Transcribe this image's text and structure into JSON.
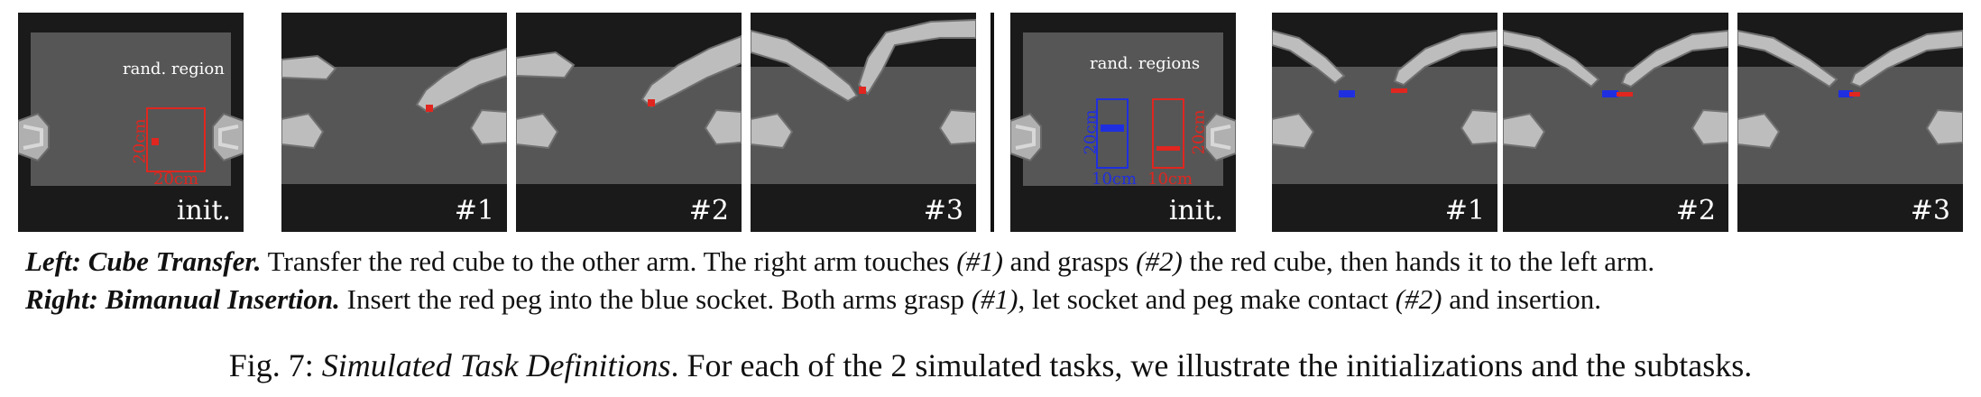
{
  "left_task": {
    "panels": [
      {
        "label": "init.",
        "annotation": "rand. region",
        "dim_v": "20cm",
        "dim_h": "20cm"
      },
      {
        "label": "#1"
      },
      {
        "label": "#2"
      },
      {
        "label": "#3"
      }
    ]
  },
  "right_task": {
    "panels": [
      {
        "label": "init.",
        "annotation": "rand. regions",
        "blue_dim_v": "20cm",
        "blue_dim_h": "10cm",
        "red_dim_v": "20cm",
        "red_dim_h": "10cm"
      },
      {
        "label": "#1"
      },
      {
        "label": "#2"
      },
      {
        "label": "#3"
      }
    ]
  },
  "caption": {
    "left_title": "Left: Cube Transfer.",
    "left_text_1": " Transfer the red cube to the other arm. The right arm touches ",
    "left_step1": "(#1)",
    "left_text_2": " and grasps ",
    "left_step2": "(#2)",
    "left_text_3": " the red cube, then hands it to the left arm.",
    "right_title": "Right: Bimanual Insertion.",
    "right_text_1": " Insert the red peg into the blue socket. Both arms grasp ",
    "right_step1": "(#1)",
    "right_text_2": ", let socket and peg make contact ",
    "right_step2": "(#2)",
    "right_text_3": " and insertion."
  },
  "figure_caption": {
    "number": "Fig. 7: ",
    "title": "Simulated Task Definitions",
    "text": ". For each of the 2 simulated tasks, we illustrate the initializations and the subtasks."
  },
  "colors": {
    "cube_red": "#e0261f",
    "socket_blue": "#1f2fe0",
    "table": "#555555",
    "background": "#121212"
  }
}
